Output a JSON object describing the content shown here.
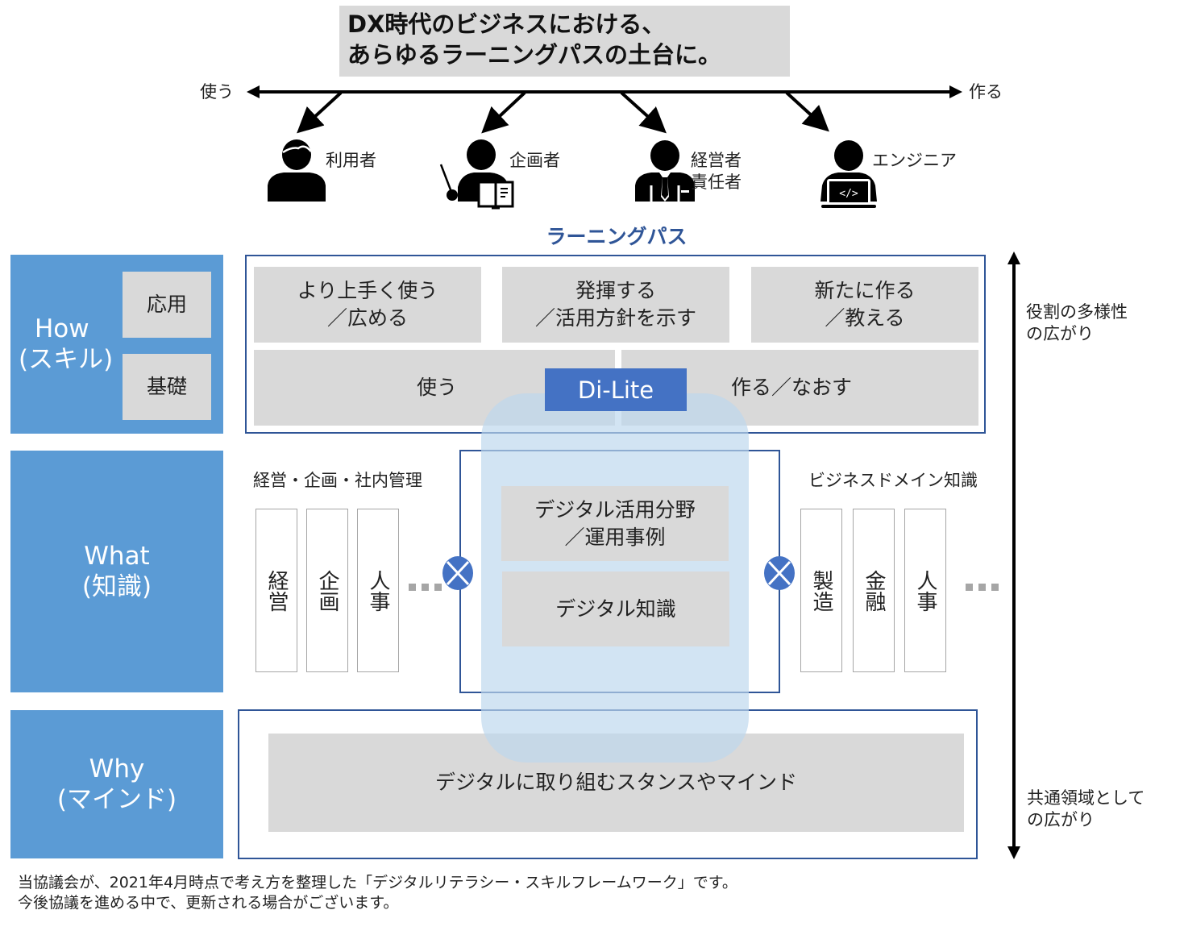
{
  "header": {
    "title_lines": [
      "DX時代のビジネスにおける、",
      "あらゆるラーニングパスの土台に。"
    ]
  },
  "spectrum": {
    "left_label": "使う",
    "right_label": "作る"
  },
  "roles": [
    {
      "label_lines": [
        "利用者"
      ],
      "icon": "user-icon"
    },
    {
      "label_lines": [
        "企画者"
      ],
      "icon": "presenter-icon"
    },
    {
      "label_lines": [
        "経営者",
        "責任者"
      ],
      "icon": "executive-icon"
    },
    {
      "label_lines": [
        "エンジニア"
      ],
      "icon": "engineer-laptop-icon"
    }
  ],
  "learning_path": {
    "title": "ラーニングパス",
    "advanced": [
      {
        "lines": [
          "より上手く使う",
          "／広める"
        ]
      },
      {
        "lines": [
          "発揮する",
          "／活用方針を示す"
        ]
      },
      {
        "lines": [
          "新たに作る",
          "／教える"
        ]
      }
    ],
    "basic": [
      {
        "label": "使う"
      },
      {
        "label": "作る／なおす"
      }
    ]
  },
  "dilite": {
    "label": "Di-Lite",
    "color": "#4472c4",
    "glow_color": "#bdd7ee"
  },
  "rows": {
    "how": {
      "title": "How",
      "subtitle": "(スキル)",
      "levels": [
        "応用",
        "基礎"
      ]
    },
    "what": {
      "title": "What",
      "subtitle": "(知識)",
      "left_group": {
        "heading": "経営・企画・社内管理",
        "items": [
          "経営",
          "企画",
          "人事"
        ]
      },
      "center": {
        "boxes": [
          {
            "lines": [
              "デジタル活用分野",
              "／運用事例"
            ]
          },
          {
            "lines": [
              "デジタル知識"
            ]
          }
        ]
      },
      "right_group": {
        "heading": "ビジネスドメイン知識",
        "items": [
          "製造",
          "金融",
          "人事"
        ]
      },
      "connector_icon": "cross-circle-icon"
    },
    "why": {
      "title": "Why",
      "subtitle": "(マインド)",
      "content": "デジタルに取り組むスタンスやマインド"
    }
  },
  "vertical_axis": {
    "top_label_lines": [
      "役割の多様性",
      "の広がり"
    ],
    "bottom_label_lines": [
      "共通領域として",
      "の広がり"
    ]
  },
  "footnote": {
    "lines": [
      "当協議会が、2021年4月時点で考え方を整理した「デジタルリテラシー・スキルフレームワーク」です。",
      "今後協議を進める中で、更新される場合がございます。"
    ]
  },
  "colors": {
    "side_blue": "#5b9bd5",
    "frame_blue": "#2f5597",
    "box_gray": "#d9d9d9"
  }
}
